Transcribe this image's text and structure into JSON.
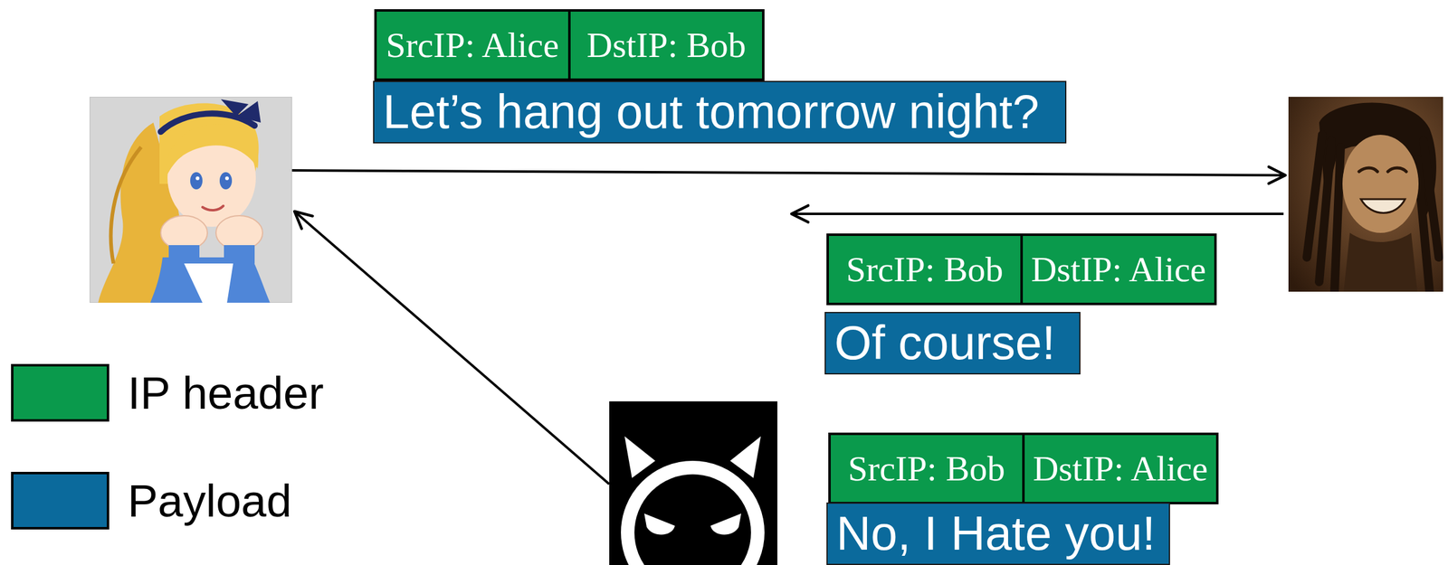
{
  "diagram": {
    "nodes": [
      {
        "text": [
          "SrcIP: Alice"
        ]
      },
      {
        "text": [
          "DstIP: Bob"
        ]
      },
      {
        "text": [
          "Let’s hang out tomorrow night?"
        ]
      },
      {
        "text": [
          "SrcIP: Bob"
        ]
      },
      {
        "text": [
          "DstIP: Alice"
        ]
      },
      {
        "text": [
          "Of course!"
        ]
      },
      {
        "text": [
          "SrcIP: Bob"
        ]
      },
      {
        "text": [
          "DstIP: Alice"
        ]
      },
      {
        "text": [
          "No, I Hate you!"
        ]
      }
    ],
    "legend": [
      {
        "text": "IP header",
        "color": "#0a9a4c"
      },
      {
        "text": "Payload",
        "color": "#0b6a9c"
      }
    ]
  }
}
